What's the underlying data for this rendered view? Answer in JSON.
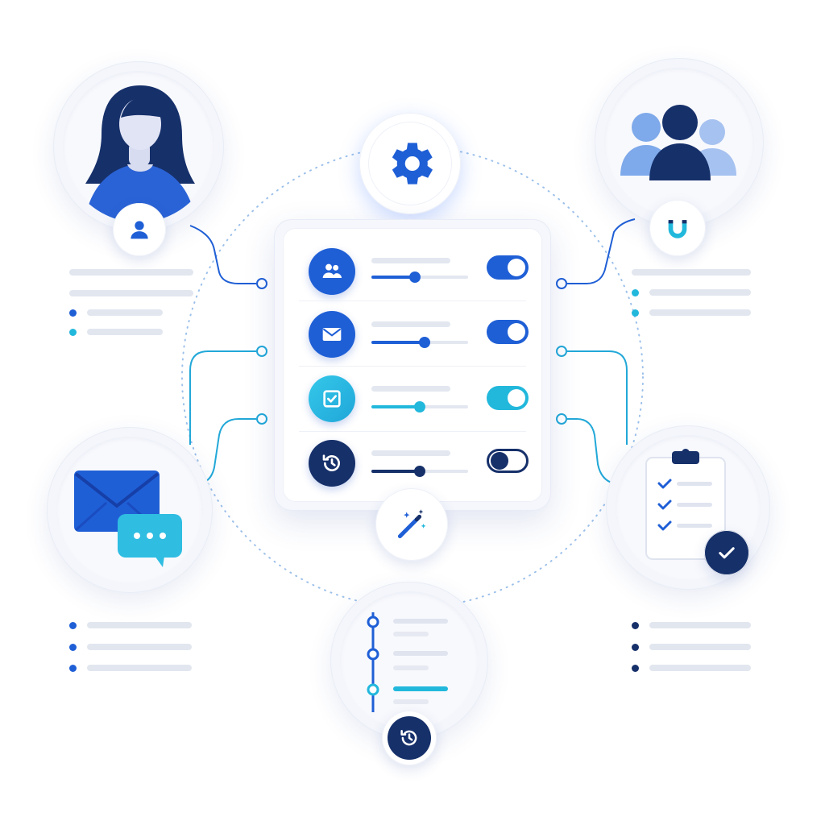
{
  "colors": {
    "primary": "#1f5fd6",
    "navy": "#16306a",
    "cyan": "#22b8dc",
    "light_blue": "#7ea9ea",
    "track": "#e3e7f0",
    "background": "#ffffff"
  },
  "hub": {
    "icon": "gear-icon",
    "footer_icon": "magic-wand-icon"
  },
  "settings_rows": [
    {
      "icon": "users-icon",
      "slider_level": 0.45,
      "toggle_on": true,
      "color": "#1f5fd6"
    },
    {
      "icon": "mail-icon",
      "slider_level": 0.55,
      "toggle_on": true,
      "color": "#1f5fd6"
    },
    {
      "icon": "checkbox-icon",
      "slider_level": 0.5,
      "toggle_on": true,
      "color": "#22b8dc"
    },
    {
      "icon": "history-icon",
      "slider_level": 0.5,
      "toggle_on": false,
      "color": "#16306a"
    }
  ],
  "nodes": {
    "user_profile": {
      "icon": "woman-avatar-icon",
      "badge_icon": "user-icon"
    },
    "team": {
      "icon": "group-icon",
      "badge_icon": "magnet-icon"
    },
    "messages": {
      "icon": "envelope-chat-icon"
    },
    "tasks": {
      "icon": "clipboard-checklist-icon",
      "badge_icon": "check-icon"
    },
    "timeline": {
      "icon": "timeline-icon",
      "badge_icon": "history-icon"
    }
  }
}
